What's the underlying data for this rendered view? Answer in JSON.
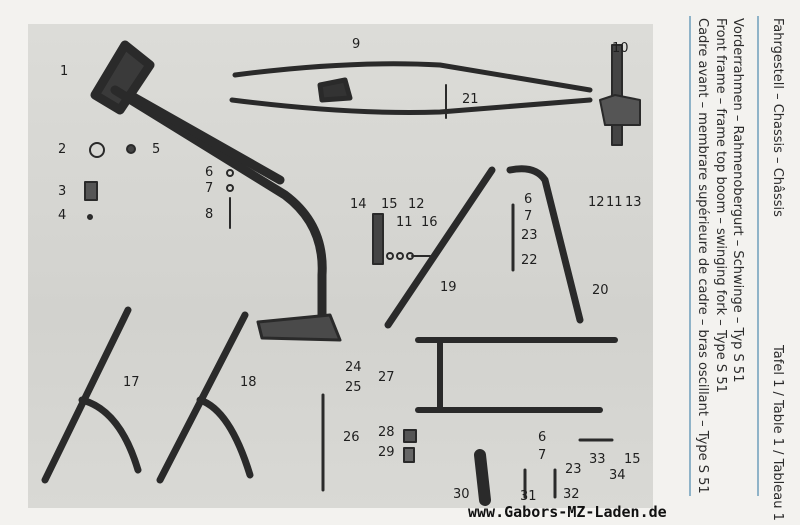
{
  "header": {
    "title": "Fahrgestell – Chassis – Châssis",
    "table_ref": "Tafel 1 / Table 1 / Tableau 1"
  },
  "captions": [
    "Vorderrahmen – Rahmenobergurt – Schwinge – Typ S 51",
    "Front frame – frame top boom – swinging fork – Type S 51",
    "Cadre avant – membrare supérieure de cadre – bras oscillant – Type S 51"
  ],
  "callouts": [
    "1",
    "2",
    "3",
    "4",
    "5",
    "6",
    "7",
    "8",
    "9",
    "10",
    "21",
    "14",
    "15",
    "12",
    "11",
    "16",
    "6",
    "7",
    "23",
    "22",
    "12",
    "11",
    "13",
    "19",
    "20",
    "17",
    "18",
    "24",
    "25",
    "26",
    "27",
    "28",
    "29",
    "30",
    "31",
    "32",
    "6",
    "7",
    "23",
    "33",
    "34",
    "15"
  ],
  "watermark": "www.Gabors-MZ-Laden.de",
  "colors": {
    "plate": "#d6d6d2",
    "ink": "#1f1f1f",
    "rule": "#8fb3c8"
  }
}
